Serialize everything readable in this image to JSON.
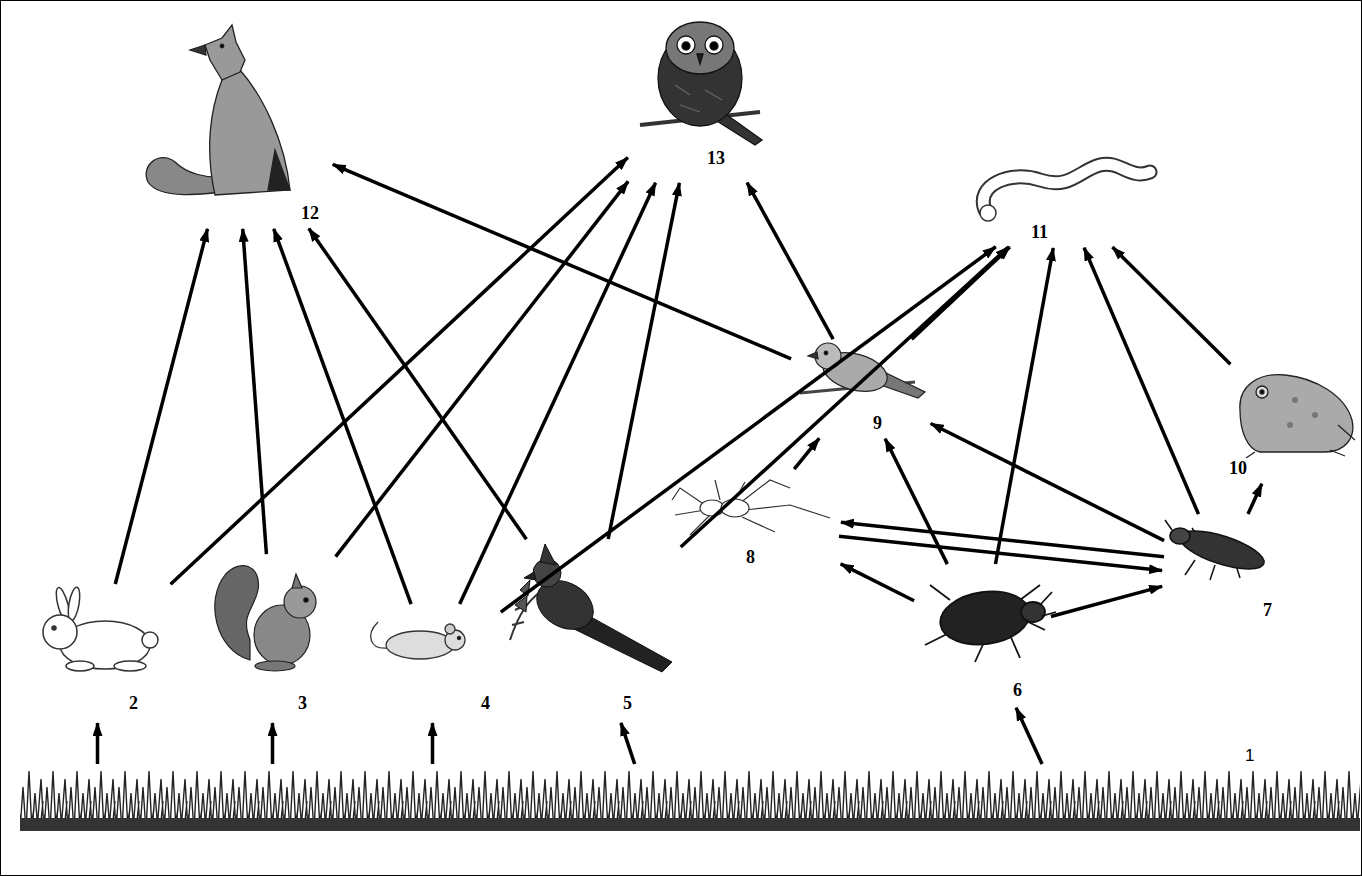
{
  "diagram": {
    "nodes": [
      {
        "text": [
          "1"
        ]
      },
      {
        "text": [
          "2"
        ]
      },
      {
        "text": [
          "3"
        ]
      },
      {
        "text": [
          "4"
        ]
      },
      {
        "text": [
          "5"
        ]
      },
      {
        "text": [
          "6"
        ]
      },
      {
        "text": [
          "7"
        ]
      },
      {
        "text": [
          "8"
        ]
      },
      {
        "text": [
          "9"
        ]
      },
      {
        "text": [
          "10"
        ]
      },
      {
        "text": [
          "11"
        ]
      },
      {
        "text": [
          "12"
        ]
      },
      {
        "text": [
          "13"
        ]
      }
    ],
    "edges": [
      {
        "from": 0,
        "to": 1,
        "arrow": "to"
      },
      {
        "from": 0,
        "to": 2,
        "arrow": "to"
      },
      {
        "from": 0,
        "to": 3,
        "arrow": "to"
      },
      {
        "from": 0,
        "to": 4,
        "arrow": "to"
      },
      {
        "from": 0,
        "to": 5,
        "arrow": "to"
      },
      {
        "from": 1,
        "to": 11,
        "arrow": "to"
      },
      {
        "from": 1,
        "to": 12,
        "arrow": "to"
      },
      {
        "from": 2,
        "to": 11,
        "arrow": "to"
      },
      {
        "from": 2,
        "to": 12,
        "arrow": "to"
      },
      {
        "from": 3,
        "to": 11,
        "arrow": "to"
      },
      {
        "from": 3,
        "to": 12,
        "arrow": "to"
      },
      {
        "from": 3,
        "to": 10,
        "arrow": "to"
      },
      {
        "from": 4,
        "to": 11,
        "arrow": "to"
      },
      {
        "from": 4,
        "to": 12,
        "arrow": "to"
      },
      {
        "from": 4,
        "to": 10,
        "arrow": "to"
      },
      {
        "from": 8,
        "to": 11,
        "arrow": "to"
      },
      {
        "from": 8,
        "to": 12,
        "arrow": "to"
      },
      {
        "from": 8,
        "to": 10,
        "arrow": "to"
      },
      {
        "from": 7,
        "to": 8,
        "arrow": "to"
      },
      {
        "from": 5,
        "to": 7,
        "arrow": "to"
      },
      {
        "from": 5,
        "to": 8,
        "arrow": "to"
      },
      {
        "from": 5,
        "to": 6,
        "arrow": "to"
      },
      {
        "from": 5,
        "to": 10,
        "arrow": "to"
      },
      {
        "from": 6,
        "to": 7,
        "arrow": "to"
      },
      {
        "from": 7,
        "to": 6,
        "arrow": "to"
      },
      {
        "from": 6,
        "to": 8,
        "arrow": "to"
      },
      {
        "from": 6,
        "to": 10,
        "arrow": "to"
      },
      {
        "from": 6,
        "to": 9,
        "arrow": "to"
      },
      {
        "from": 9,
        "to": 10,
        "arrow": "to"
      }
    ]
  }
}
